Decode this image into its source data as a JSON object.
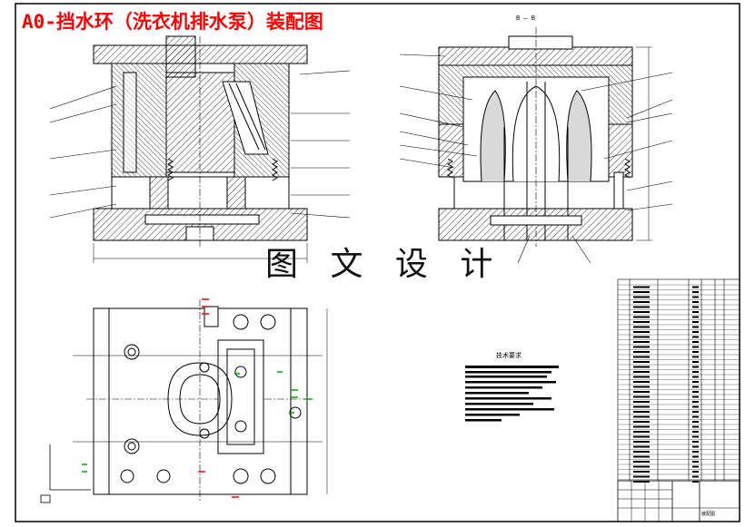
{
  "drawing": {
    "title": "A0-挡水环（洗衣机排水泵）装配图",
    "watermark": "图 文 设 计",
    "section_label": "B — B",
    "tech_requirements_title": "技术要求",
    "title_block_name": "装配图"
  },
  "colors": {
    "line": "#000000",
    "hatch": "#000000",
    "title": "#ff0000",
    "marker_red": "#ff0000",
    "marker_green": "#00aa00",
    "fill_gray": "#d9d9d9"
  }
}
